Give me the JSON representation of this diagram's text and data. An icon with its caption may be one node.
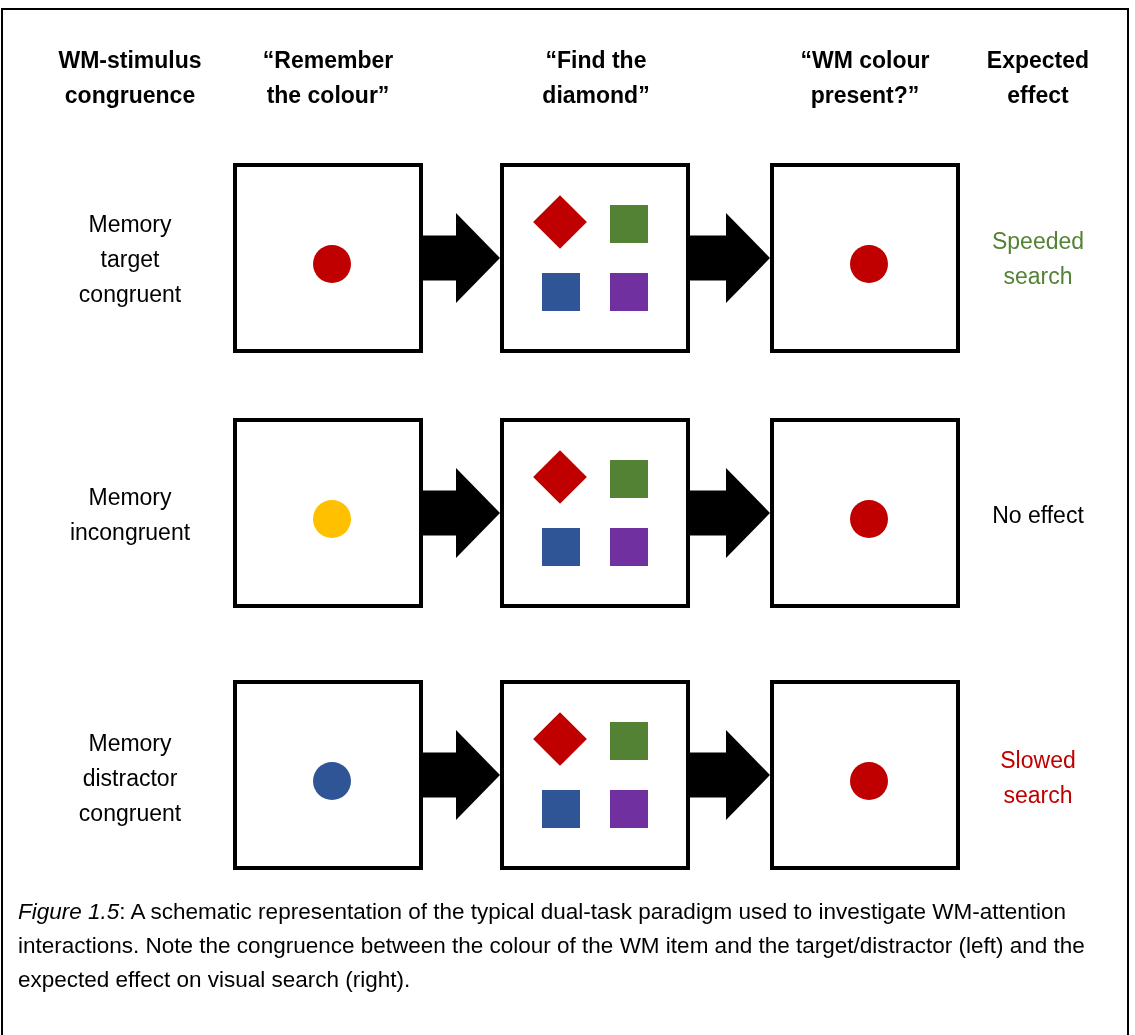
{
  "diagram": {
    "caption": "*Figure 1.5*: A schematic representation of the typical dual-task paradigm used to investigate WM-attention interactions. Note the congruence between the colour of the WM item and the target/distractor (left) and the expected effect on visual search (right).",
    "nodes": [
      {
        "text": [],
        "shape": "box"
      },
      {
        "text": [],
        "shape": "circle",
        "in": 0
      },
      {
        "text": [],
        "shape": "box"
      },
      {
        "text": [],
        "shape": "diamond",
        "in": 2
      },
      {
        "text": [],
        "shape": "box",
        "in": 2
      },
      {
        "text": [],
        "shape": "box",
        "in": 2
      },
      {
        "text": [],
        "shape": "box",
        "in": 2
      },
      {
        "text": [],
        "shape": "box"
      },
      {
        "text": [],
        "shape": "circle",
        "in": 7
      },
      {
        "text": [],
        "shape": "box"
      },
      {
        "text": [],
        "shape": "circle",
        "in": 9
      },
      {
        "text": [],
        "shape": "box"
      },
      {
        "text": [],
        "shape": "diamond",
        "in": 11
      },
      {
        "text": [],
        "shape": "box",
        "in": 11
      },
      {
        "text": [],
        "shape": "box",
        "in": 11
      },
      {
        "text": [],
        "shape": "box",
        "in": 11
      },
      {
        "text": [],
        "shape": "box"
      },
      {
        "text": [],
        "shape": "circle",
        "in": 16
      },
      {
        "text": [],
        "shape": "box"
      },
      {
        "text": [],
        "shape": "circle",
        "in": 18
      },
      {
        "text": [],
        "shape": "box"
      },
      {
        "text": [],
        "shape": "diamond",
        "in": 20
      },
      {
        "text": [],
        "shape": "box",
        "in": 20
      },
      {
        "text": [],
        "shape": "box",
        "in": 20
      },
      {
        "text": [],
        "shape": "box",
        "in": 20
      },
      {
        "text": [],
        "shape": "box"
      },
      {
        "text": [],
        "shape": "circle",
        "in": 25
      }
    ],
    "edges": [
      {
        "from": 0,
        "to": 2,
        "arrow": "to"
      },
      {
        "from": 2,
        "to": 7,
        "arrow": "to"
      },
      {
        "from": 9,
        "to": 11,
        "arrow": "to"
      },
      {
        "from": 11,
        "to": 16,
        "arrow": "to"
      },
      {
        "from": 18,
        "to": 20,
        "arrow": "to"
      },
      {
        "from": 20,
        "to": 25,
        "arrow": "to"
      }
    ],
    "labels": [
      "WM-stimulus congruence",
      "“Remember the colour”",
      "“Find the diamond”",
      "“WM colour present?”",
      "Expected effect",
      "Memory target congruent",
      "Speeded search",
      "Memory incongruent",
      "No effect",
      "Memory distractor congruent",
      "Slowed search"
    ]
  }
}
